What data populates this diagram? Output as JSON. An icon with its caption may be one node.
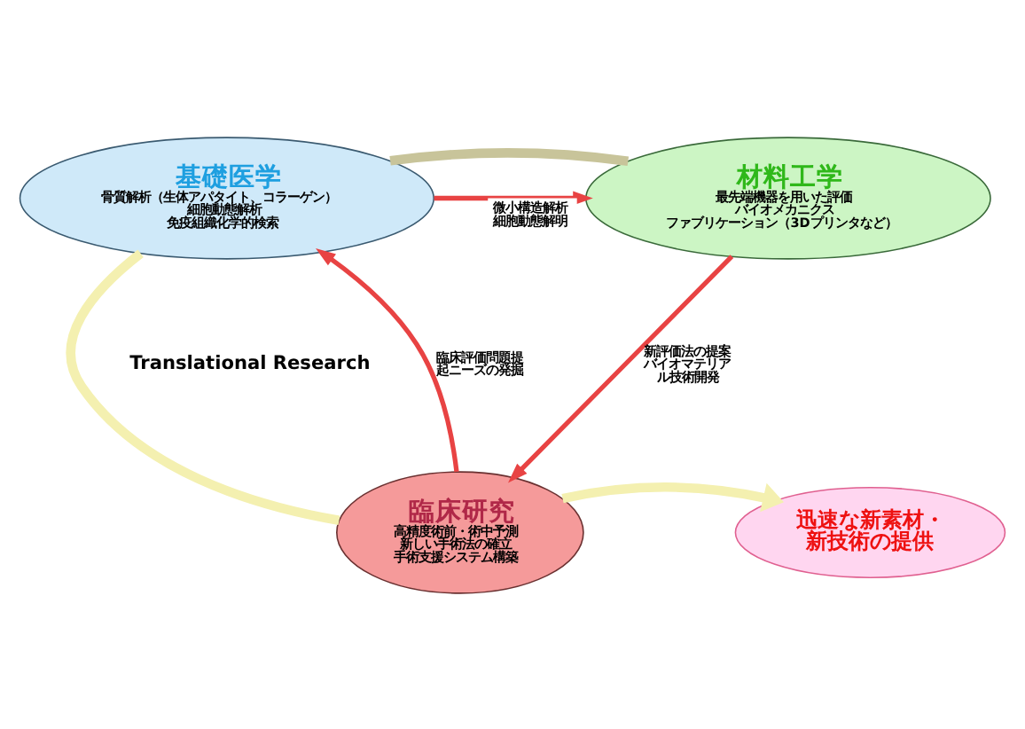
{
  "diagram": {
    "nodes": [
      {
        "text": [
          "基礎医学",
          "骨質解析（生体アパタイト、コラーゲン）",
          "細胞動態解析",
          "免疫組織化学的検索"
        ]
      },
      {
        "text": [
          "材料工学",
          "最先端機器を用いた評価",
          "バイオメカニクス",
          "ファブリケーション（3Dプリンタなど）"
        ]
      },
      {
        "text": [
          "臨床研究",
          "高精度術前・術中予測",
          "新しい手術法の確立",
          "手術支援システム構築"
        ]
      },
      {
        "text": [
          "迅速な新素材・新技術の提供"
        ]
      }
    ],
    "edges": [
      {
        "from": 0,
        "to": 1,
        "arrow": "to",
        "label": "微小構造解析細胞動態解明",
        "color": "#e84343"
      },
      {
        "from": 1,
        "to": 2,
        "arrow": "to",
        "label": "新評価法の提案バイオマテリアル技術開発",
        "color": "#e84343"
      },
      {
        "from": 2,
        "to": 0,
        "arrow": "to",
        "label": "臨床評価問題提起ニーズの発掘",
        "color": "#e84343"
      },
      {
        "from": 1,
        "to": 0,
        "arrow": "none",
        "style": "thick",
        "color": "#c8c49a"
      },
      {
        "from": 0,
        "to": 2,
        "arrow": "none",
        "style": "thick",
        "color": "#f4f0b0"
      },
      {
        "from": 2,
        "to": 3,
        "arrow": "to",
        "style": "thick",
        "color": "#f4f0b0"
      }
    ],
    "labels": [
      "Translational Research"
    ]
  }
}
